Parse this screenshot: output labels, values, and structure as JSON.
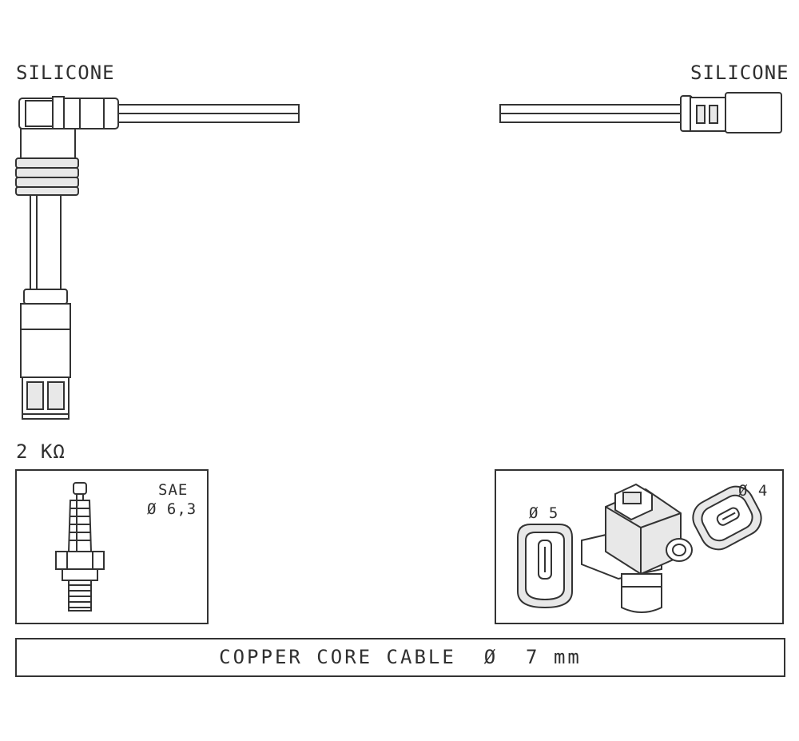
{
  "labels": {
    "silicone_left": "SILICONE",
    "silicone_right": "SILICONE",
    "resistance": "2 KΩ",
    "spark_plug_standard": "SAE",
    "spark_plug_diameter": "Ø 6,3",
    "coil_terminal_diameter_a": "Ø 5",
    "coil_terminal_diameter_b": "Ø 4",
    "cable_description": "COPPER CORE CABLE  Ø  7 mm"
  },
  "colors": {
    "line": "#333333",
    "background": "#ffffff",
    "shade": "#e8e8e8",
    "text": "#2f2f2f"
  }
}
